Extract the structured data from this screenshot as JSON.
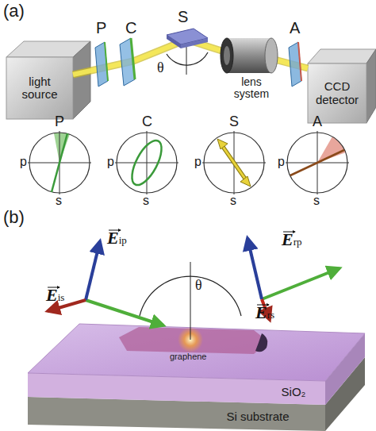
{
  "diagram": {
    "nodes": [
      {
        "text": [
          "light source"
        ]
      },
      {
        "text": [
          "CCD detector"
        ]
      },
      {
        "text": [
          "SiO₂"
        ]
      },
      {
        "text": [
          "Si substrate"
        ]
      }
    ],
    "edges": [
      {
        "from": 0,
        "to": 1,
        "arrow": "none"
      }
    ],
    "labels": [
      "(a)",
      "P",
      "C",
      "S",
      "θ",
      "lens system",
      "A",
      "P",
      "p",
      "s",
      "C",
      "p",
      "s",
      "S",
      "p",
      "s",
      "A",
      "p",
      "s",
      "(b)",
      "Eip",
      "Eis",
      "θ",
      "Erp",
      "Ers",
      "graphene"
    ]
  }
}
